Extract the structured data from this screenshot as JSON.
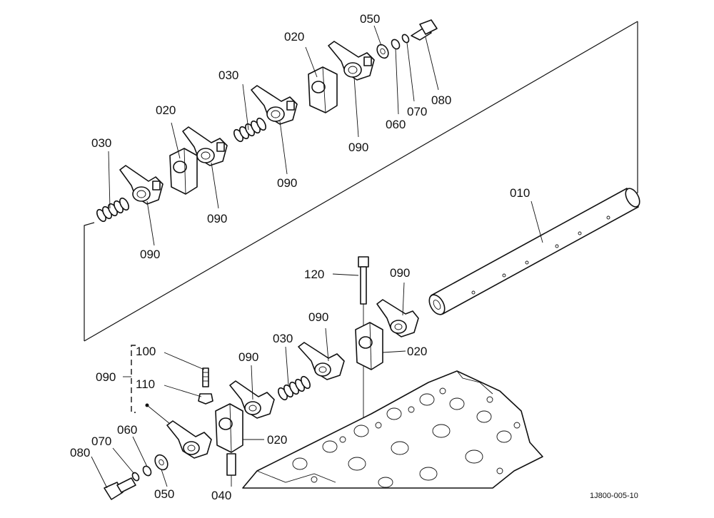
{
  "labels": {
    "p010": "010",
    "p020_a": "020",
    "p020_b": "020",
    "p020_c": "020",
    "p020_d": "020",
    "p030_a": "030",
    "p030_b": "030",
    "p030_c": "030",
    "p040": "040",
    "p050_a": "050",
    "p050_b": "050",
    "p060_a": "060",
    "p060_b": "060",
    "p070_a": "070",
    "p070_b": "070",
    "p080_a": "080",
    "p080_b": "080",
    "p090_a": "090",
    "p090_b": "090",
    "p090_c": "090",
    "p090_d": "090",
    "p090_e": "090",
    "p090_f": "090",
    "p090_g": "090",
    "p090_group": "090",
    "p100": "100",
    "p110": "110",
    "p120": "120"
  },
  "figure_code": "1J800-005-10"
}
